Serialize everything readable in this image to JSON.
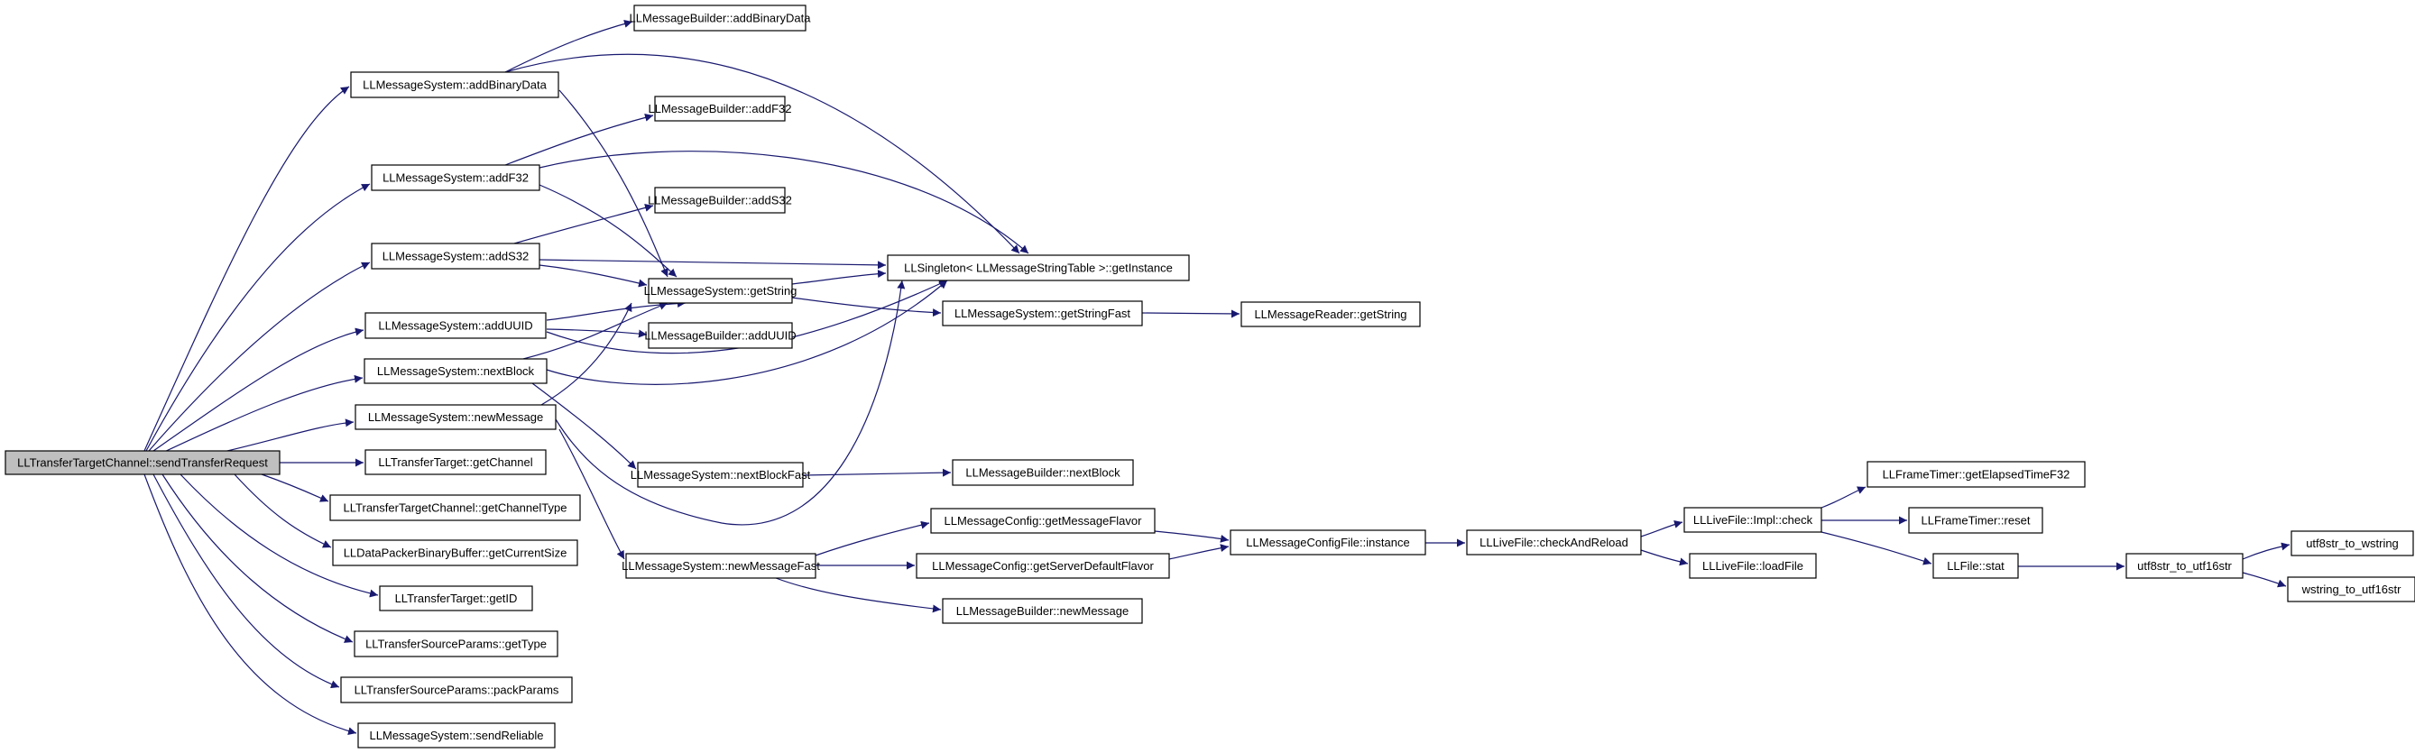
{
  "colors": {
    "edge": "#191970",
    "node_border": "#000000",
    "node_fill": "#ffffff",
    "root_fill": "#bfbfbf",
    "background": "#ffffff"
  },
  "nodes": [
    {
      "id": "root",
      "label": "LLTransferTargetChannel::sendTransferRequest",
      "root": true
    },
    {
      "id": "msAddBinaryData",
      "label": "LLMessageSystem::addBinaryData"
    },
    {
      "id": "mbAddBinaryData",
      "label": "LLMessageBuilder::addBinaryData"
    },
    {
      "id": "msAddF32",
      "label": "LLMessageSystem::addF32"
    },
    {
      "id": "mbAddF32",
      "label": "LLMessageBuilder::addF32"
    },
    {
      "id": "msAddS32",
      "label": "LLMessageSystem::addS32"
    },
    {
      "id": "mbAddS32",
      "label": "LLMessageBuilder::addS32"
    },
    {
      "id": "singleton",
      "label": "LLSingleton< LLMessageStringTable >::getInstance"
    },
    {
      "id": "msGetString",
      "label": "LLMessageSystem::getString"
    },
    {
      "id": "msGetStringFast",
      "label": "LLMessageSystem::getStringFast"
    },
    {
      "id": "mrGetString",
      "label": "LLMessageReader::getString"
    },
    {
      "id": "msAddUUID",
      "label": "LLMessageSystem::addUUID"
    },
    {
      "id": "mbAddUUID",
      "label": "LLMessageBuilder::addUUID"
    },
    {
      "id": "msNextBlock",
      "label": "LLMessageSystem::nextBlock"
    },
    {
      "id": "msNewMessage",
      "label": "LLMessageSystem::newMessage"
    },
    {
      "id": "ttGetChannel",
      "label": "LLTransferTarget::getChannel"
    },
    {
      "id": "msNextBlockFast",
      "label": "LLMessageSystem::nextBlockFast"
    },
    {
      "id": "mbNextBlock",
      "label": "LLMessageBuilder::nextBlock"
    },
    {
      "id": "ttcGetChannelType",
      "label": "LLTransferTargetChannel::getChannelType"
    },
    {
      "id": "mcGetMessageFlavor",
      "label": "LLMessageConfig::getMessageFlavor"
    },
    {
      "id": "mcfInstance",
      "label": "LLMessageConfigFile::instance"
    },
    {
      "id": "lfCheckAndReload",
      "label": "LLLiveFile::checkAndReload"
    },
    {
      "id": "lfImplCheck",
      "label": "LLLiveFile::Impl::check"
    },
    {
      "id": "ftGetElapsed",
      "label": "LLFrameTimer::getElapsedTimeF32"
    },
    {
      "id": "ftReset",
      "label": "LLFrameTimer::reset"
    },
    {
      "id": "dpbGetCurrentSize",
      "label": "LLDataPackerBinaryBuffer::getCurrentSize"
    },
    {
      "id": "msNewMessageFast",
      "label": "LLMessageSystem::newMessageFast"
    },
    {
      "id": "mcGetServerDefaultFlavor",
      "label": "LLMessageConfig::getServerDefaultFlavor"
    },
    {
      "id": "lfLoadFile",
      "label": "LLLiveFile::loadFile"
    },
    {
      "id": "llfStat",
      "label": "LLFile::stat"
    },
    {
      "id": "utf8ToUtf16",
      "label": "utf8str_to_utf16str"
    },
    {
      "id": "utf8ToWstring",
      "label": "utf8str_to_wstring"
    },
    {
      "id": "wstringToUtf16",
      "label": "wstring_to_utf16str"
    },
    {
      "id": "ttGetID",
      "label": "LLTransferTarget::getID"
    },
    {
      "id": "mbNewMessage",
      "label": "LLMessageBuilder::newMessage"
    },
    {
      "id": "tspGetType",
      "label": "LLTransferSourceParams::getType"
    },
    {
      "id": "tspPackParams",
      "label": "LLTransferSourceParams::packParams"
    },
    {
      "id": "msSendReliable",
      "label": "LLMessageSystem::sendReliable"
    }
  ]
}
